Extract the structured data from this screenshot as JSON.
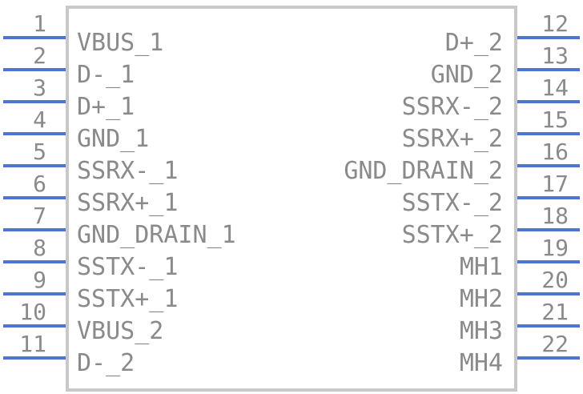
{
  "component": {
    "body_color": "#c8c8c8",
    "pin_color": "#5073d6",
    "text_color": "#8a8a8a"
  },
  "left_pins": [
    {
      "number": "1",
      "name": "VBUS_1"
    },
    {
      "number": "2",
      "name": "D-_1"
    },
    {
      "number": "3",
      "name": "D+_1"
    },
    {
      "number": "4",
      "name": "GND_1"
    },
    {
      "number": "5",
      "name": "SSRX-_1"
    },
    {
      "number": "6",
      "name": "SSRX+_1"
    },
    {
      "number": "7",
      "name": "GND_DRAIN_1"
    },
    {
      "number": "8",
      "name": "SSTX-_1"
    },
    {
      "number": "9",
      "name": "SSTX+_1"
    },
    {
      "number": "10",
      "name": "VBUS_2"
    },
    {
      "number": "11",
      "name": "D-_2"
    }
  ],
  "right_pins": [
    {
      "number": "12",
      "name": "D+_2"
    },
    {
      "number": "13",
      "name": "GND_2"
    },
    {
      "number": "14",
      "name": "SSRX-_2"
    },
    {
      "number": "15",
      "name": "SSRX+_2"
    },
    {
      "number": "16",
      "name": "GND_DRAIN_2"
    },
    {
      "number": "17",
      "name": "SSTX-_2"
    },
    {
      "number": "18",
      "name": "SSTX+_2"
    },
    {
      "number": "19",
      "name": "MH1"
    },
    {
      "number": "20",
      "name": "MH2"
    },
    {
      "number": "21",
      "name": "MH3"
    },
    {
      "number": "22",
      "name": "MH4"
    }
  ]
}
